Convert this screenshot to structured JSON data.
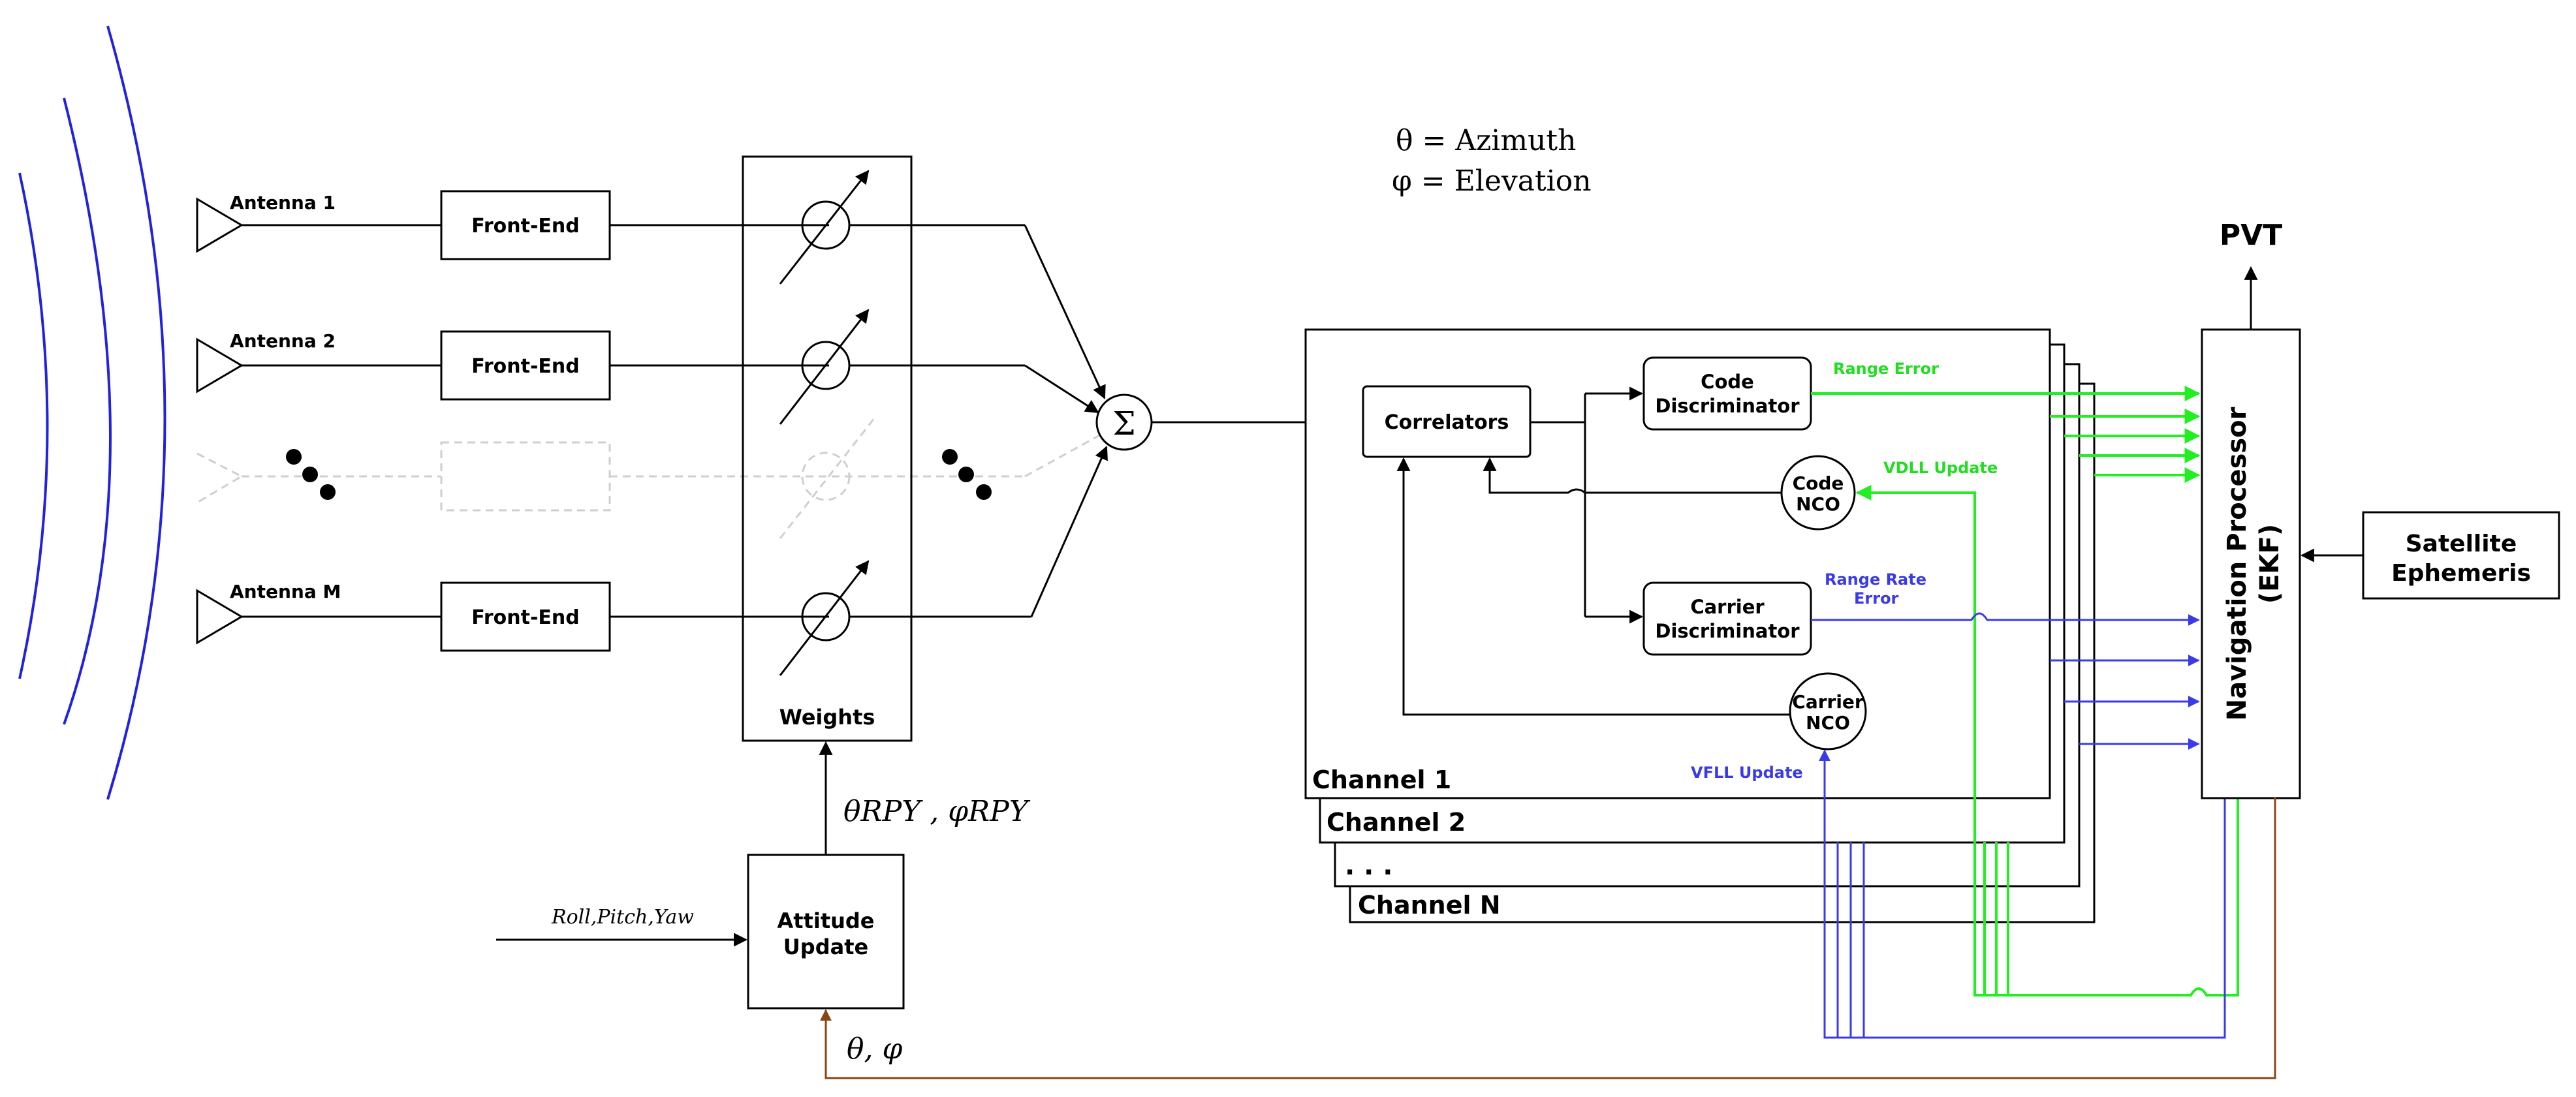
{
  "legend": {
    "theta_def": "θ = Azimuth",
    "phi_def": "φ = Elevation"
  },
  "antennas": [
    "Antenna 1",
    "Antenna 2",
    "Antenna M"
  ],
  "front_end_label": "Front-End",
  "weights_label": "Weights",
  "attitude": {
    "line1": "Attitude",
    "line2": "Update",
    "input_label": "Roll,Pitch,Yaw",
    "output_label": "θRPY , φRPY",
    "feedback_label": "θ, φ"
  },
  "sum_symbol": "Σ",
  "channel": {
    "correlators": "Correlators",
    "code_disc_line1": "Code",
    "code_disc_line2": "Discriminator",
    "code_nco_line1": "Code",
    "code_nco_line2": "NCO",
    "carrier_disc_line1": "Carrier",
    "carrier_disc_line2": "Discriminator",
    "carrier_nco_line1": "Carrier",
    "carrier_nco_line2": "NCO",
    "range_error": "Range Error",
    "vdll_update": "VDLL Update",
    "range_rate_line1": "Range Rate",
    "range_rate_line2": "Error",
    "vfll_update": "VFLL Update"
  },
  "channels": [
    "Channel 1",
    "Channel 2",
    ". . .",
    "Channel N"
  ],
  "nav": {
    "line1": "Navigation Processor",
    "line2": "(EKF)",
    "output": "PVT"
  },
  "ephemeris": {
    "line1": "Satellite",
    "line2": "Ephemeris"
  },
  "colors": {
    "green": "#22ee22",
    "blue": "#3a3ae8",
    "brown": "#8b4513",
    "wave": "#2222dd"
  }
}
